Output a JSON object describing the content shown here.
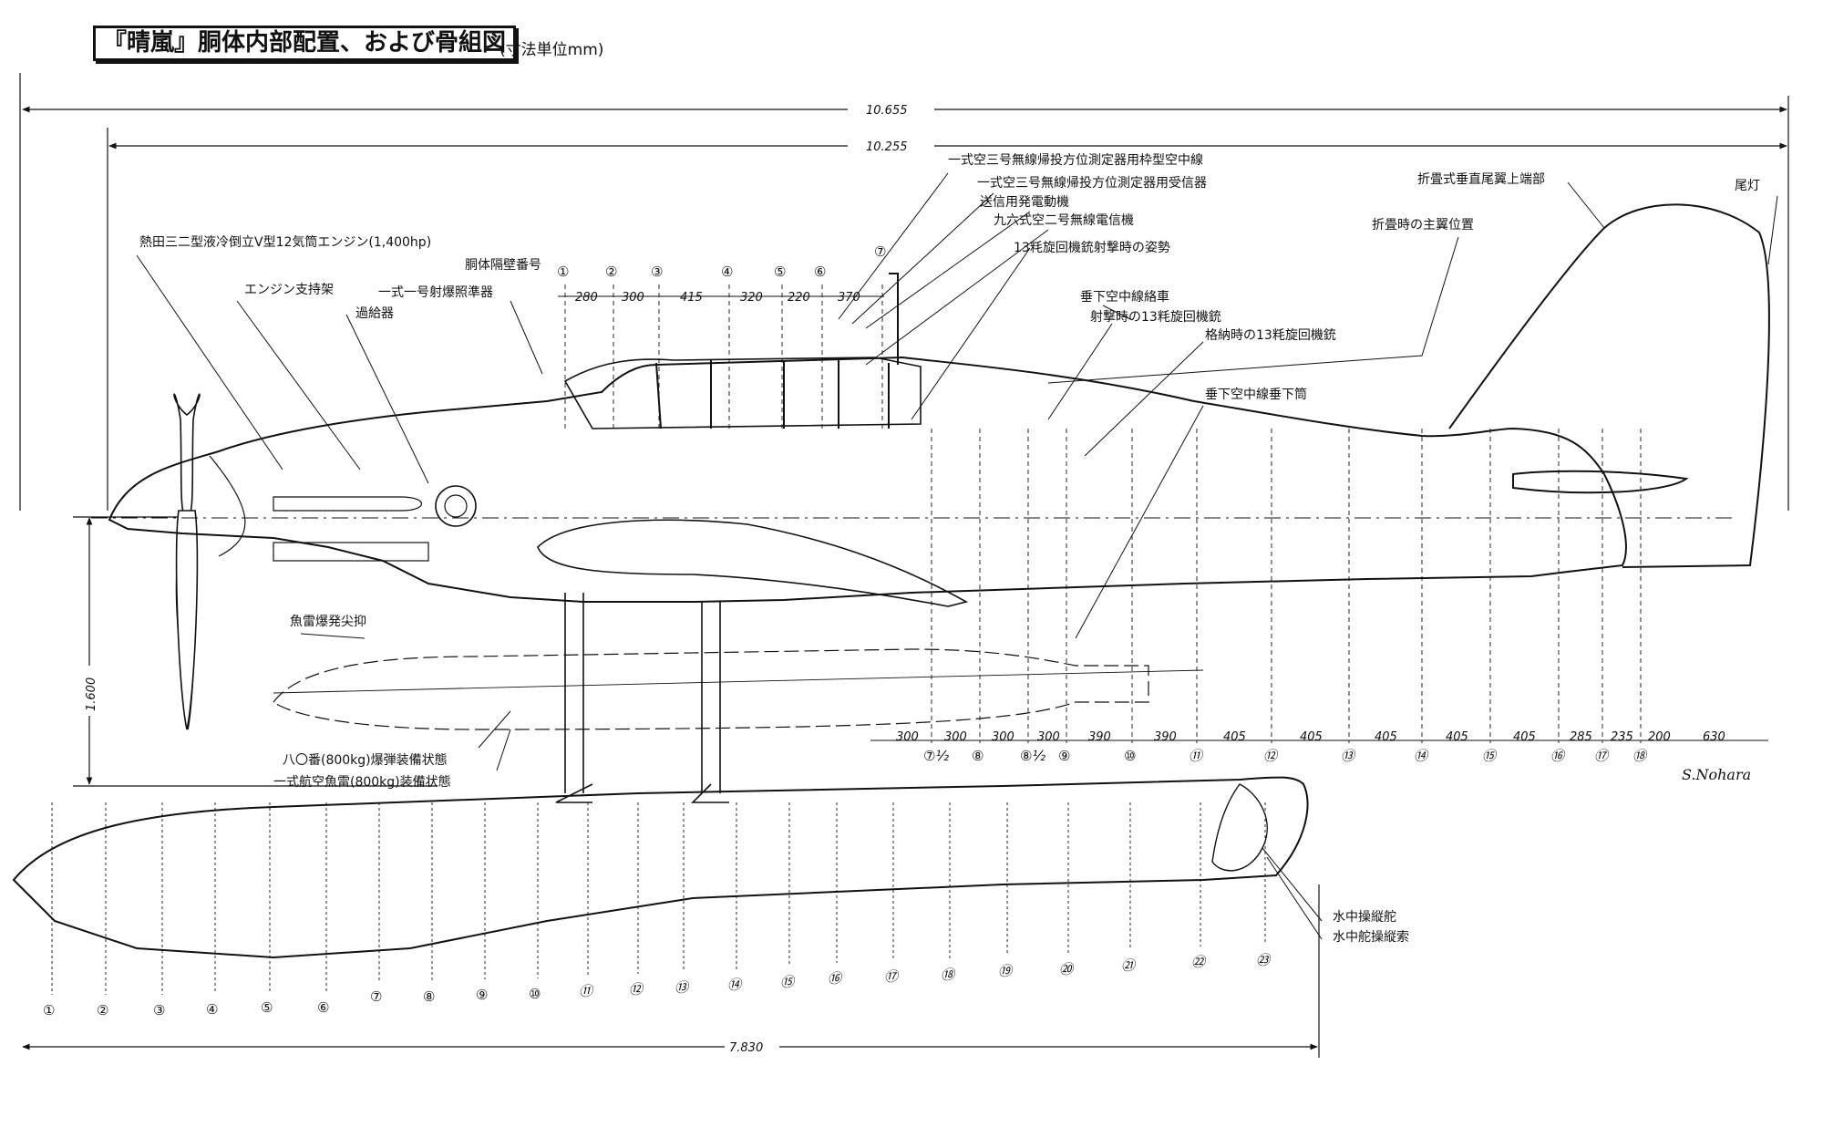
{
  "title": "『晴嵐』胴体内部配置、および骨組図",
  "unit_note": "(寸法単位mm)",
  "dimensions": {
    "overall_length": "10.655",
    "fuselage_length": "10.255",
    "height": "1.600",
    "float_length": "7.830"
  },
  "labels": {
    "engine": "熱田三二型液冷倒立V型12気筒エンジン(1,400hp)",
    "bulkhead_no": "胴体隔壁番号",
    "engine_mount": "エンジン支持架",
    "bomb_sight": "一式一号射爆照準器",
    "supercharger": "過給器",
    "antenna_frame": "一式空三号無線帰投方位測定器用枠型空中線",
    "receiver": "一式空三号無線帰投方位測定器用受信器",
    "generator": "送信用発電動機",
    "radio": "九六式空二号無線電信機",
    "gun_firing_pose": "13粍旋回機銃射撃時の姿勢",
    "antenna_reel": "垂下空中線絡車",
    "gun_firing": "射撃時の13粍旋回機銃",
    "gun_stowed": "格納時の13粍旋回機銃",
    "antenna_tube": "垂下空中線垂下筒",
    "fin_top": "折畳式垂直尾翼上端部",
    "folded_wing": "折畳時の主翼位置",
    "tail_light": "尾灯",
    "torpedo_stabilizer": "魚雷爆発尖抑",
    "bomb_load": "八〇番(800kg)爆弾装備状態",
    "torpedo_load": "一式航空魚雷(800kg)装備状態",
    "water_rudder": "水中操縦舵",
    "water_rudder_cable": "水中舵操縦索",
    "signature": "S.Nohara"
  },
  "fuselage_frames": [
    "①",
    "②",
    "③",
    "④",
    "⑤",
    "⑥",
    "⑦",
    "⑦½",
    "⑧",
    "⑧½",
    "⑨",
    "⑩",
    "⑪",
    "⑫",
    "⑬",
    "⑭",
    "⑮",
    "⑯",
    "⑰",
    "⑱"
  ],
  "fuselage_spacing_front": [
    "280",
    "300",
    "415",
    "320",
    "220",
    "370"
  ],
  "fuselage_spacing_rear": [
    "300",
    "300",
    "300",
    "300",
    "390",
    "390",
    "405",
    "405",
    "405",
    "405",
    "405",
    "285",
    "235",
    "200",
    "630"
  ],
  "float_frames": [
    "①",
    "②",
    "③",
    "④",
    "⑤",
    "⑥",
    "⑦",
    "⑧",
    "⑨",
    "⑩",
    "⑪",
    "⑫",
    "⑬",
    "⑭",
    "⑮",
    "⑯",
    "⑰",
    "⑱",
    "⑲",
    "⑳",
    "㉑",
    "㉒",
    "㉓"
  ]
}
